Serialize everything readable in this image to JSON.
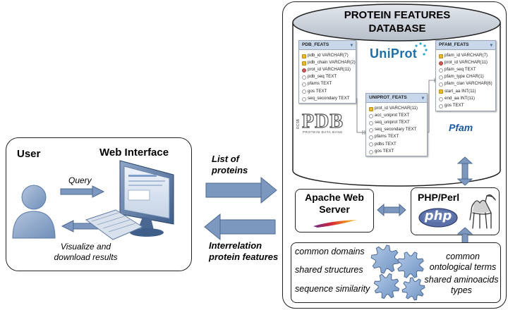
{
  "left_panel": {
    "user_label": "User",
    "web_interface_label": "Web Interface",
    "query_label": "Query",
    "visualize_label": "Visualize and download results"
  },
  "middle": {
    "list_label": "List of proteins",
    "interrelation_label": "Interrelation protein features"
  },
  "database": {
    "title": "PROTEIN FEATURES DATABASE",
    "tables": [
      {
        "name": "PDB_FEATS",
        "fields": [
          {
            "text": "pdb_id VARCHAR(7)",
            "kind": "key"
          },
          {
            "text": "pdb_chain VARCHAR(2)",
            "kind": "key"
          },
          {
            "text": "prot_id VARCHAR(11)",
            "kind": "fk"
          },
          {
            "text": "pdb_seq TEXT",
            "kind": "plain"
          },
          {
            "text": "pfams TEXT",
            "kind": "plain"
          },
          {
            "text": "gos TEXT",
            "kind": "plain"
          },
          {
            "text": "seq_secondary TEXT",
            "kind": "plain"
          }
        ]
      },
      {
        "name": "UNIPROT_FEATS",
        "fields": [
          {
            "text": "prot_id VARCHAR(11)",
            "kind": "key"
          },
          {
            "text": "acc_uniprot TEXT",
            "kind": "plain"
          },
          {
            "text": "seq_uniprot TEXT",
            "kind": "plain"
          },
          {
            "text": "seq_secondary TEXT",
            "kind": "plain"
          },
          {
            "text": "pfams TEXT",
            "kind": "plain"
          },
          {
            "text": "pdbs TEXT",
            "kind": "plain"
          },
          {
            "text": "gos TEXT",
            "kind": "plain"
          }
        ]
      },
      {
        "name": "PFAM_FEATS",
        "fields": [
          {
            "text": "pfam_id VARCHAR(7)",
            "kind": "key"
          },
          {
            "text": "prot_id VARCHAR(11)",
            "kind": "fk"
          },
          {
            "text": "pfam_seq TEXT",
            "kind": "plain"
          },
          {
            "text": "pfam_type CHAR(1)",
            "kind": "plain"
          },
          {
            "text": "pfam_clan VARCHAR(6)",
            "kind": "plain"
          },
          {
            "text": "start_aa INT(11)",
            "kind": "key"
          },
          {
            "text": "end_aa INT(11)",
            "kind": "plain"
          },
          {
            "text": "gos TEXT",
            "kind": "plain"
          }
        ]
      }
    ],
    "logos": {
      "uniprot": "UniProt",
      "pdb": "PDB",
      "pdb_sub": "PROTEIN DATA BANK",
      "pdb_side": "RCSB",
      "pfam": "Pfam"
    }
  },
  "servers": {
    "apache_label": "Apache Web Server",
    "php_label": "PHP/Perl",
    "php_logo": "php"
  },
  "features": {
    "left": [
      "common domains",
      "shared structures",
      "sequence similarity"
    ],
    "right": [
      "common ontological terms",
      "shared aminoacids types"
    ]
  },
  "colors": {
    "arrow": "#7d98bf",
    "gear": "#8fb0d8",
    "db_top": "#c9cfd8"
  }
}
